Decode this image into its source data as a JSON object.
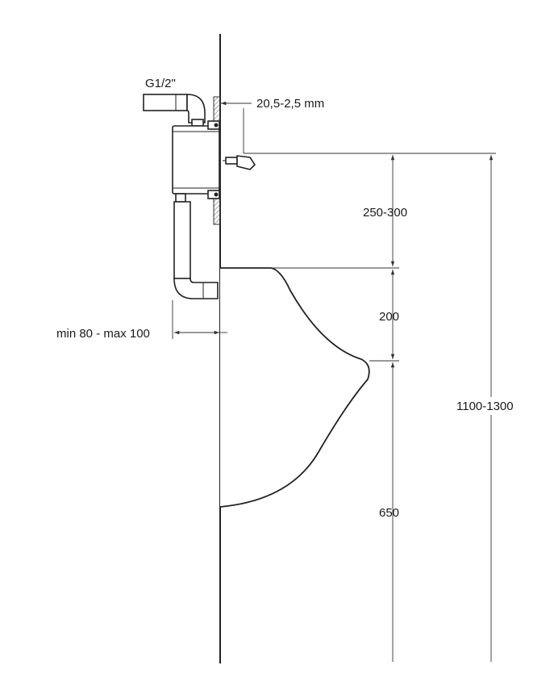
{
  "labels": {
    "pipe_thread": "G1/2\"",
    "plate_thickness": "20,5-2,5 mm",
    "valve_to_rim": "250-300",
    "rim_to_lip": "200",
    "lip_to_floor": "650",
    "total_height": "1100-1300",
    "wall_offset": "min 80 - max 100"
  }
}
